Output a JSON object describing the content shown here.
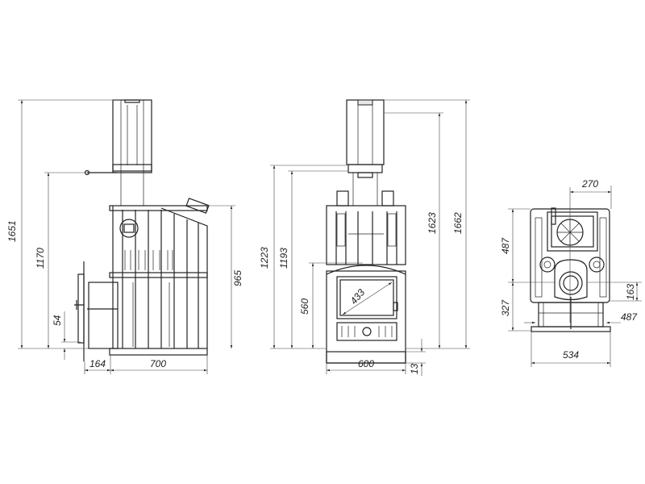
{
  "drawing": {
    "side_view": {
      "height_total": "1651",
      "height_flue": "1170",
      "offset_low": "54",
      "door_depth": "164",
      "width": "700",
      "height_body": "965"
    },
    "front_view": {
      "height_1": "1223",
      "height_2": "1193",
      "door_height": "560",
      "glass_diag": "433",
      "width": "600",
      "base": "13",
      "height_3": "1623",
      "height_4": "1662"
    },
    "top_view": {
      "flue_offset": "270",
      "depth_back": "487",
      "depth_front": "327",
      "flue_y": "163",
      "tunnel_width": "487",
      "width": "534"
    }
  }
}
